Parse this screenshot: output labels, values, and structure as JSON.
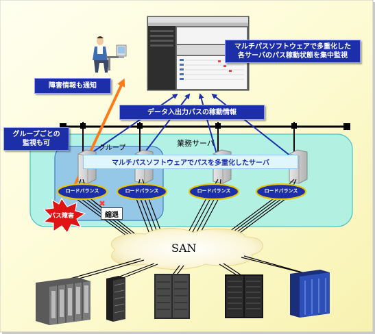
{
  "monitor_callout": {
    "line1": "マルチパスソフトウェアで多重化した",
    "line2": "各サーバのパス稼動状態を集中監視"
  },
  "failure_notify": "障害情報も通知",
  "io_path_info": "データ入出力パスの稼動情報",
  "group_monitor": {
    "line1": "グループごとの",
    "line2": "監視も可"
  },
  "group_label": "グループ",
  "business_servers_label": "業務サーバ",
  "multipath_servers_label": "マルチパスソフトウェアでパスを多重化したサーバ",
  "load_balancers": [
    "ロードバランス",
    "ロードバランス",
    "ロードバランス",
    "ロードバランス"
  ],
  "path_failure": "パス障害",
  "degrade": "縮退",
  "san": "SAN",
  "colors": {
    "background": "#fdfbd9",
    "callout": "#1c2fa8",
    "business_area": "#9ee8e0",
    "group_area": "#8fc0e8",
    "failure_arrow": "#ff7a18",
    "path_failure": "#e01414"
  },
  "icons": [
    "operator-at-desk-icon",
    "management-console-icon",
    "server-tower-icon",
    "storage-array-icon"
  ]
}
